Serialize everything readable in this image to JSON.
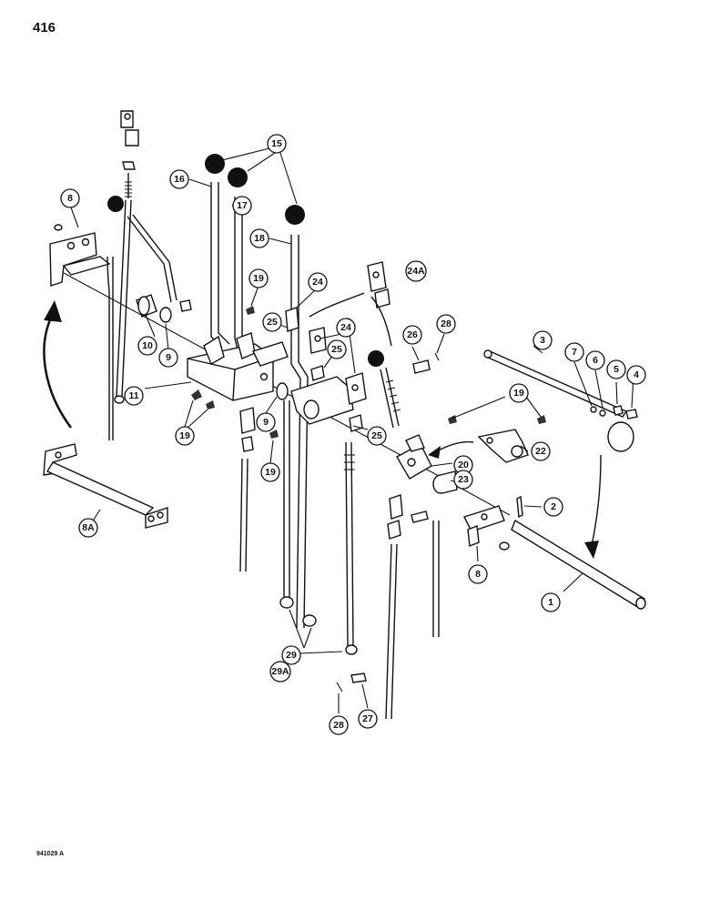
{
  "page": {
    "page_number": "416",
    "figure_code": "941029 A"
  },
  "callouts": [
    {
      "id": "c-15",
      "label": "15"
    },
    {
      "id": "c-16",
      "label": "16"
    },
    {
      "id": "c-17",
      "label": "17"
    },
    {
      "id": "c-18",
      "label": "18"
    },
    {
      "id": "c-8-top",
      "label": "8"
    },
    {
      "id": "c-19-a",
      "label": "19"
    },
    {
      "id": "c-24",
      "label": "24"
    },
    {
      "id": "c-24A",
      "label": "24A"
    },
    {
      "id": "c-25-a",
      "label": "25"
    },
    {
      "id": "c-24-b",
      "label": "24"
    },
    {
      "id": "c-25-b",
      "label": "25"
    },
    {
      "id": "c-26",
      "label": "26"
    },
    {
      "id": "c-28-a",
      "label": "28"
    },
    {
      "id": "c-3",
      "label": "3"
    },
    {
      "id": "c-7",
      "label": "7"
    },
    {
      "id": "c-6",
      "label": "6"
    },
    {
      "id": "c-5",
      "label": "5"
    },
    {
      "id": "c-4",
      "label": "4"
    },
    {
      "id": "c-10",
      "label": "10"
    },
    {
      "id": "c-9-a",
      "label": "9"
    },
    {
      "id": "c-11",
      "label": "11"
    },
    {
      "id": "c-19-b",
      "label": "19"
    },
    {
      "id": "c-9-b",
      "label": "9"
    },
    {
      "id": "c-25-c",
      "label": "25"
    },
    {
      "id": "c-19-c",
      "label": "19"
    },
    {
      "id": "c-19-d",
      "label": "19"
    },
    {
      "id": "c-20",
      "label": "20"
    },
    {
      "id": "c-22",
      "label": "22"
    },
    {
      "id": "c-23",
      "label": "23"
    },
    {
      "id": "c-2",
      "label": "2"
    },
    {
      "id": "c-8-bottom",
      "label": "8"
    },
    {
      "id": "c-1",
      "label": "1"
    },
    {
      "id": "c-8A",
      "label": "8A"
    },
    {
      "id": "c-29",
      "label": "29"
    },
    {
      "id": "c-29A",
      "label": "29A"
    },
    {
      "id": "c-28-b",
      "label": "28"
    },
    {
      "id": "c-27",
      "label": "27"
    }
  ]
}
